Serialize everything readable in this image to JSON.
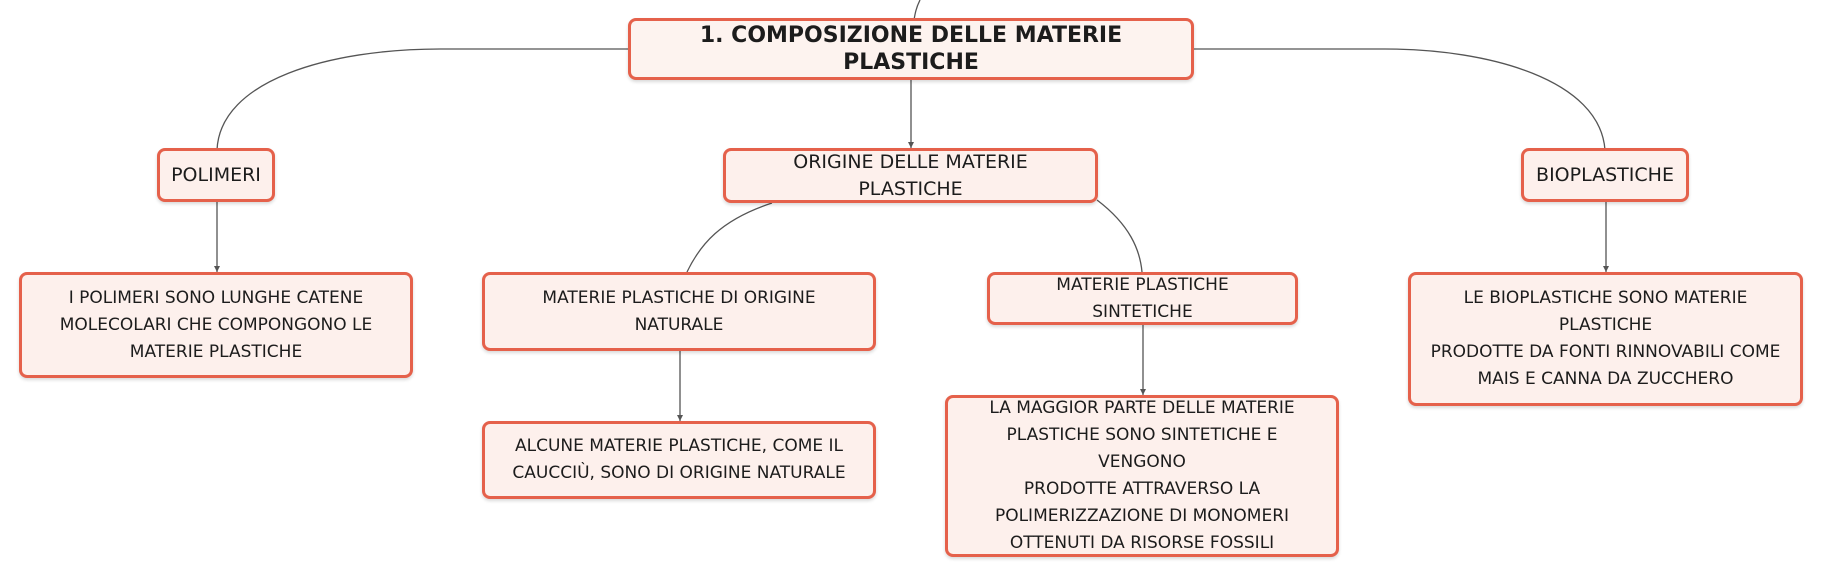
{
  "colors": {
    "border": "#e5614b",
    "fill": "#fdf0ec",
    "line": "#555555"
  },
  "root": {
    "label": "1. COMPOSIZIONE DELLE MATERIE PLASTICHE"
  },
  "polimeri": {
    "label": "POLIMERI",
    "desc": "I POLIMERI SONO LUNGHE CATENE\nMOLECOLARI CHE COMPONGONO LE\nMATERIE PLASTICHE"
  },
  "origine": {
    "label": "ORIGINE DELLE MATERIE PLASTICHE",
    "naturale": {
      "label": "MATERIE PLASTICHE DI ORIGINE NATURALE",
      "desc": "ALCUNE MATERIE PLASTICHE, COME IL\nCAUCCIÙ, SONO DI ORIGINE NATURALE"
    },
    "sintetiche": {
      "label": "MATERIE PLASTICHE SINTETICHE",
      "desc": "LA MAGGIOR PARTE DELLE MATERIE\nPLASTICHE SONO SINTETICHE E VENGONO\nPRODOTTE ATTRAVERSO LA\nPOLIMERIZZAZIONE DI MONOMERI\nOTTENUTI DA RISORSE FOSSILI"
    }
  },
  "bioplastiche": {
    "label": "BIOPLASTICHE",
    "desc": "LE BIOPLASTICHE SONO MATERIE PLASTICHE\nPRODOTTE DA FONTI RINNOVABILI COME\nMAIS E CANNA DA ZUCCHERO"
  }
}
